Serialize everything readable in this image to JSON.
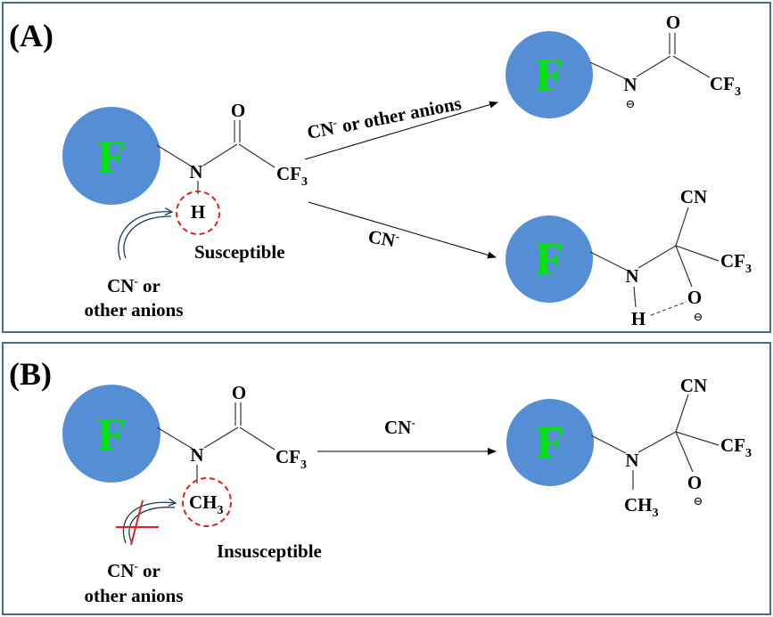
{
  "panel_a": {
    "label": "(A)",
    "fluorophore": "F",
    "atoms": {
      "o": "O",
      "n": "N",
      "h": "H",
      "cf3": "CF",
      "prod1_o": "O",
      "prod1_n": "N",
      "prod1_cf3": "CF",
      "prod2_cn": "CN",
      "prod2_cf3": "CF",
      "prod2_n": "N",
      "prod2_h": "H",
      "prod2_o": "O"
    },
    "subscript_3": "3",
    "charge": "⊖",
    "arrow1_label_cn": "CN",
    "arrow1_label_rest": " or other anions",
    "arrow2_label": "CN",
    "superscript_minus": "-",
    "susceptible": "Susceptible",
    "attacker_line1_cn": "CN",
    "attacker_line1_rest": " or",
    "attacker_line2": "other anions"
  },
  "panel_b": {
    "label": "(B)",
    "fluorophore": "F",
    "atoms": {
      "o": "O",
      "n": "N",
      "ch": "CH",
      "cf3": "CF",
      "prod_cn": "CN",
      "prod_cf3": "CF",
      "prod_n": "N",
      "prod_ch": "CH",
      "prod_o": "O"
    },
    "subscript_3": "3",
    "charge": "⊖",
    "arrow_label": "CN",
    "superscript_minus": "-",
    "insusceptible": "Insusceptible",
    "attacker_line1_cn": "CN",
    "attacker_line1_rest": " or",
    "attacker_line2": "other anions"
  },
  "colors": {
    "fluorophore_circle": "#558ed5",
    "fluorophore_letter": "#00e600",
    "highlight_circle": "#e02020",
    "blocked_cross": "#e02020",
    "panel_border": "#4a6c8f"
  }
}
